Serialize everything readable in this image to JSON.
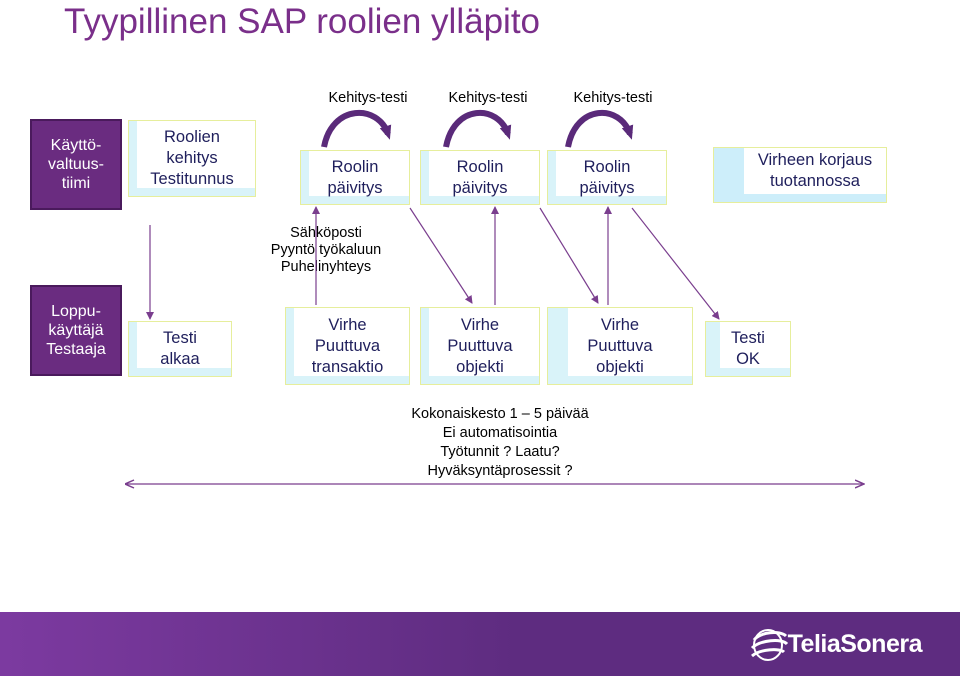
{
  "title": "Tyypillinen SAP roolien ylläpito",
  "phase_labels": [
    "Kehitys-testi",
    "Kehitys-testi",
    "Kehitys-testi"
  ],
  "lanes": {
    "top": [
      "Käyttö-",
      "valtuus-",
      "tiimi"
    ],
    "bottom": [
      "Loppu-",
      "käyttäjä",
      "Testaaja"
    ]
  },
  "top_boxes": {
    "roles_dev": [
      "Roolien",
      "kehitys",
      "Testitunnus"
    ],
    "update1": [
      "Roolin",
      "päivitys"
    ],
    "update2": [
      "Roolin",
      "päivitys"
    ],
    "update3": [
      "Roolin",
      "päivitys"
    ],
    "fix": [
      "Virheen korjaus",
      "tuotannossa"
    ]
  },
  "bottom_boxes": {
    "test_start": [
      "Testi",
      "alkaa"
    ],
    "error1": [
      "Virhe",
      "Puuttuva",
      "transaktio"
    ],
    "error2": [
      "Virhe",
      "Puuttuva",
      "objekti"
    ],
    "error3": [
      "Virhe",
      "Puuttuva",
      "objekti"
    ],
    "test_ok": [
      "Testi",
      "OK"
    ]
  },
  "channels_note": [
    "Sähköposti",
    "Pyyntö työkaluun",
    "Puhelinyhteys"
  ],
  "summary_note": [
    "Kokonaiskesto 1 – 5 päivää",
    "Ei automatisointia",
    "Työtunnit ? Laatu?",
    "Hyväksyntäprosessit ?"
  ],
  "footer": {
    "logo_text": "TeliaSonera",
    "logo_icon": "teliasonera-sphere-icon"
  },
  "colors": {
    "title": "#7a2f8a",
    "lane": "#6a2c80",
    "box_border": "#e6ee9c",
    "box_fill": "#d9f3f9",
    "footer": "#5e2c80"
  }
}
